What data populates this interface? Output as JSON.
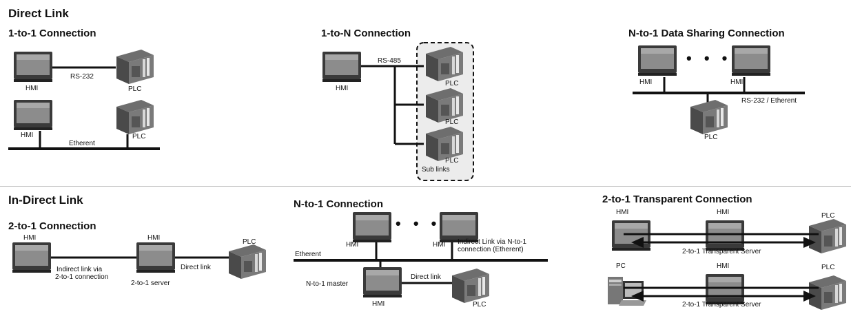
{
  "direct": {
    "title": "Direct Link",
    "one_to_one": {
      "title": "1-to-1 Connection",
      "hmi": "HMI",
      "plc": "PLC",
      "rs232": "RS-232",
      "hmi2": "HMI",
      "plc2": "PLC",
      "ethernet": "Etherent"
    },
    "one_to_n": {
      "title": "1-to-N Connection",
      "hmi": "HMI",
      "rs485": "RS-485",
      "plc1": "PLC",
      "plc2": "PLC",
      "plc3": "PLC",
      "sub_links": "Sub links"
    },
    "n_to_one_sharing": {
      "title": "N-to-1 Data Sharing Connection",
      "hmi1": "HMI",
      "hmi2": "HMI",
      "dots": "• • •",
      "bus": "RS-232 / Etherent",
      "plc": "PLC"
    }
  },
  "indirect": {
    "title": "In-Direct Link",
    "two_to_one": {
      "title": "2-to-1 Connection",
      "hmi1": "HMI",
      "link1": "Indirect link via",
      "link1b": "2-to-1 connection",
      "hmi2": "HMI",
      "server": "2-to-1 server",
      "link2": "Direct link",
      "plc": "PLC"
    },
    "n_to_one": {
      "title": "N-to-1 Connection",
      "hmi1": "HMI",
      "hmi2": "HMI",
      "dots": "• • •",
      "ethernet": "Etherent",
      "note": "Indirect Link via N-to-1 connection (Etherent)",
      "master": "N-to-1 master",
      "hmi3": "HMI",
      "direct": "Direct link",
      "plc": "PLC"
    },
    "transparent": {
      "title": "2-to-1 Transparent Connection",
      "row1": {
        "left": "HMI",
        "mid": "HMI",
        "right": "PLC",
        "server": "2-to-1 Transparent Server"
      },
      "row2": {
        "left": "PC",
        "mid": "HMI",
        "right": "PLC",
        "server": "2-to-1 Transparent Server"
      }
    }
  }
}
